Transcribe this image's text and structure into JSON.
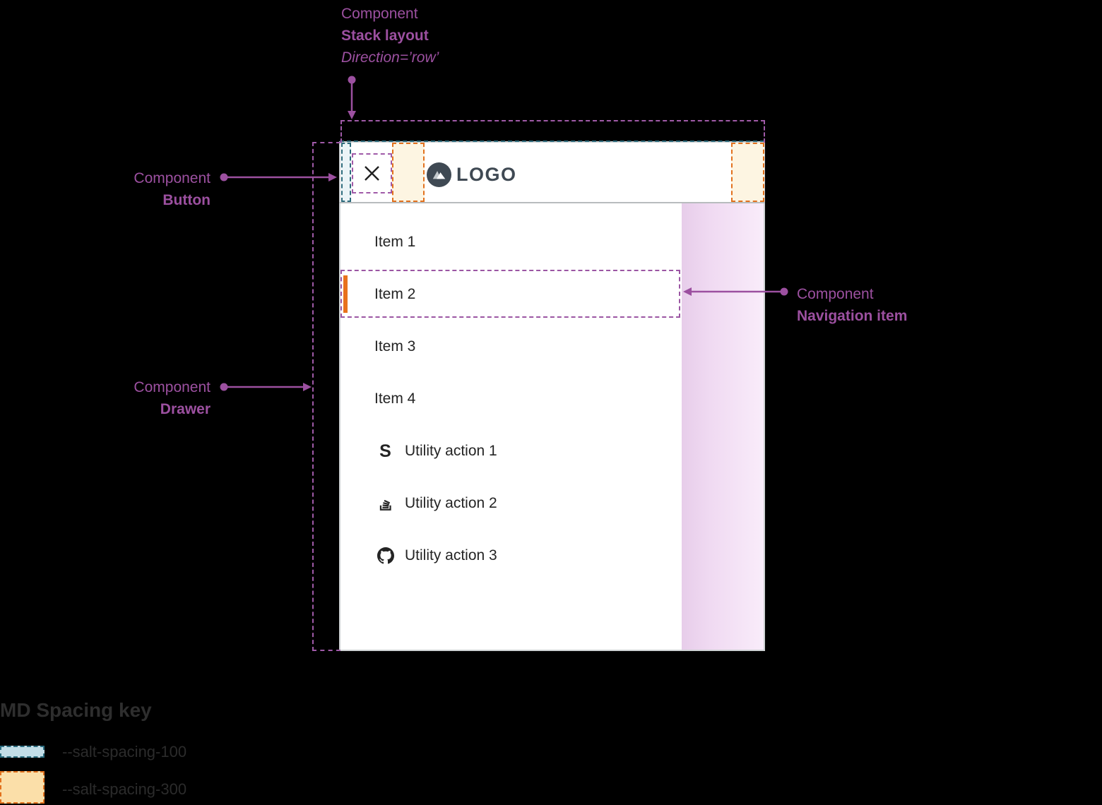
{
  "annotations": {
    "stack_layout": {
      "line1": "Component",
      "line2": "Stack layout",
      "line3": "Direction=’row’"
    },
    "button": {
      "line1": "Component",
      "line2": "Button"
    },
    "drawer": {
      "line1": "Component",
      "line2": "Drawer"
    },
    "navigation_item": {
      "line1": "Component",
      "line2": "Navigation item"
    }
  },
  "drawer": {
    "logo_text": "LOGO",
    "nav_items": [
      {
        "label": "Item 1",
        "active": false
      },
      {
        "label": "Item 2",
        "active": true
      },
      {
        "label": "Item 3",
        "active": false
      },
      {
        "label": "Item 4",
        "active": false
      }
    ],
    "utility_items": [
      {
        "label": "Utility action 1",
        "icon": "letter-s-icon"
      },
      {
        "label": "Utility action 2",
        "icon": "stack-overflow-icon"
      },
      {
        "label": "Utility action 3",
        "icon": "github-icon"
      }
    ]
  },
  "spacing_key": {
    "title": "MD Spacing key",
    "entries": [
      {
        "label": "--salt-spacing-100",
        "fill": "#c2dde7",
        "border": "#2c6d80"
      },
      {
        "label": "--salt-spacing-300",
        "fill": "#fbdfa9",
        "border": "#e2711d"
      }
    ]
  },
  "colors": {
    "annotation_purple": "#9c50a0",
    "spacing_100_teal": "#2d6b7c",
    "spacing_300_orange": "#e2711d",
    "active_indicator": "#e8721c",
    "logo_slate": "#3f4953",
    "page_behind_pink": "#f0daf2"
  }
}
